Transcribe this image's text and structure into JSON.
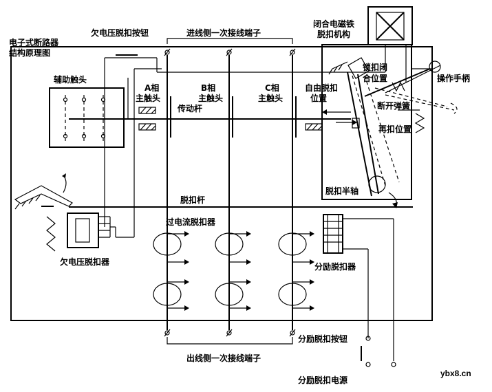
{
  "labels": {
    "title": "电子式断路器\n结构原理图",
    "undervoltage_button": "欠电压脱扣按钮",
    "incoming_terminals": "进线侧一次接线端子",
    "closing_magnet": "闭合电磁铁\n脱扣机构",
    "lock_closed": "锁扣闭\n合位置",
    "operating_handle": "操作手柄",
    "aux_contacts": "辅助触头",
    "main_contact_a": "A相\n主触头",
    "main_contact_b": "B相\n主触头",
    "main_contact_c": "C相\n主触头",
    "free_trip_position": "自由脱扣\n位置",
    "transmission_rod": "传动杆",
    "opening_spring": "断开弹簧",
    "reset_position": "再扣位置",
    "trip_half_shaft": "脱扣半轴",
    "trip_rod": "脱扣杆",
    "overcurrent_release": "过电流脱扣器",
    "undervoltage_release": "欠电压脱扣器",
    "shunt_release": "分励脱扣器",
    "shunt_button": "分励脱扣按钮",
    "outgoing_terminals": "出线侧一次接线端子",
    "shunt_power": "分励脱扣电源",
    "watermark": "ybx8.cn"
  }
}
